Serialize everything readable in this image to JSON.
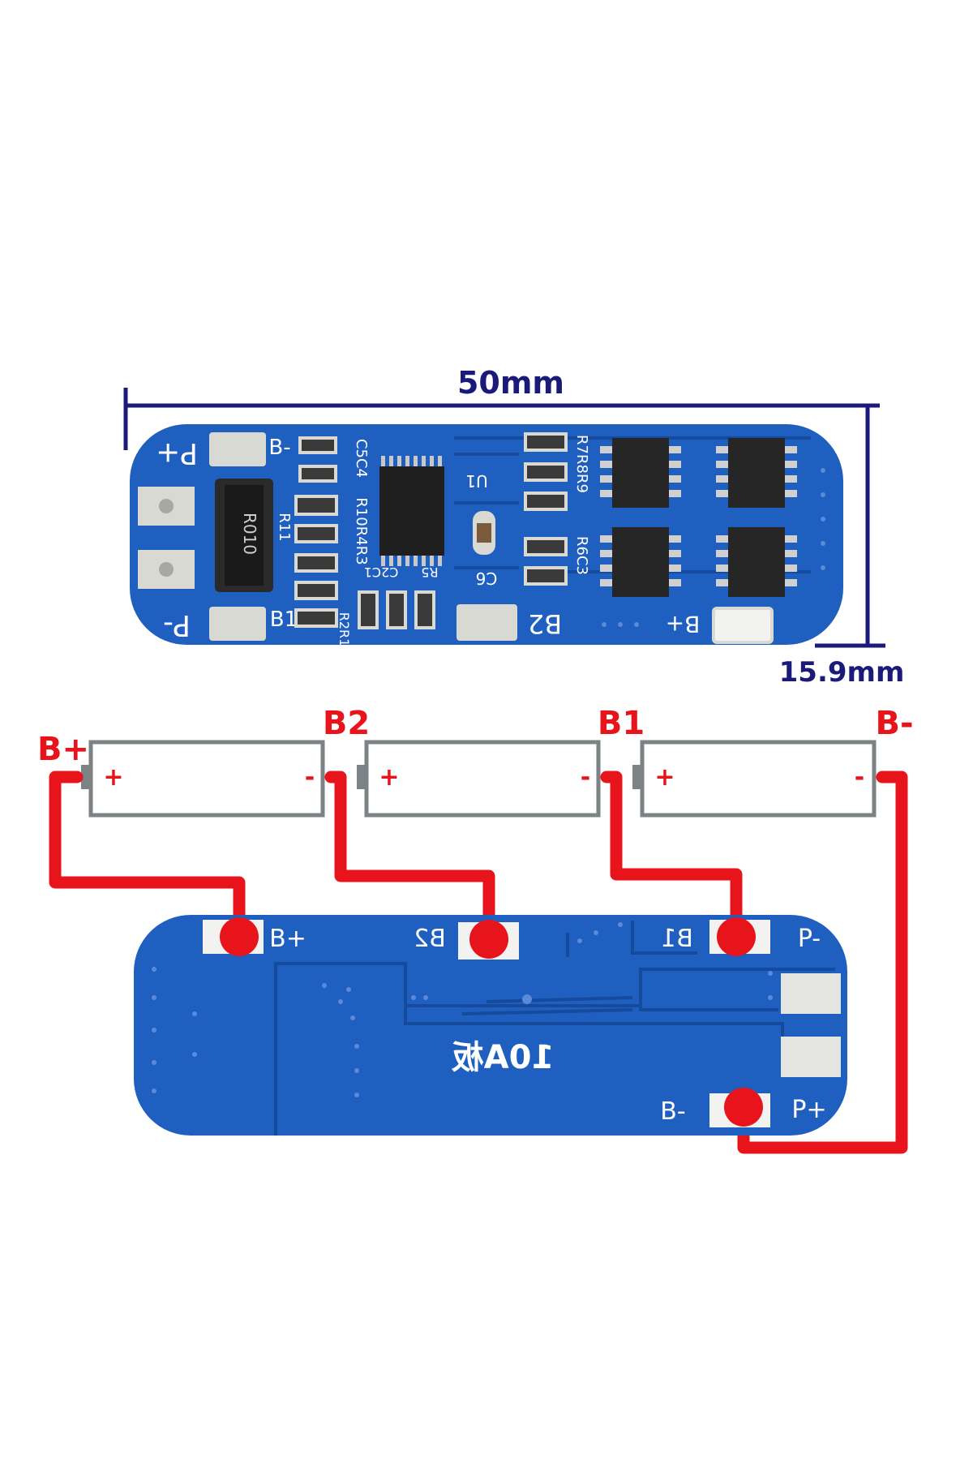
{
  "dimensions": {
    "width_label": "50mm",
    "height_label": "15.9mm",
    "color": "#1a1a7a"
  },
  "top_board": {
    "labels": {
      "p_plus": "P+",
      "p_minus": "P-",
      "b_minus": "B-",
      "b1": "B1",
      "b2": "B2",
      "b_plus": "B+",
      "resistor": "R010",
      "r11": "R11",
      "u1": "U1",
      "c6": "C6",
      "c5c4": "C5C4",
      "r10r4r3": "R10R4R3",
      "c2c1": "C2C1",
      "r2r1": "R2R1",
      "r5": "R5",
      "r7r8r9": "R7R8R9",
      "r6c3": "R6C3"
    }
  },
  "wiring": {
    "node_labels": {
      "b_plus": "B+",
      "b2": "B2",
      "b1": "B1",
      "b_minus": "B-"
    },
    "cell_plus": "+",
    "cell_minus": "-",
    "wire_color": "#e8141b"
  },
  "bottom_board": {
    "labels": {
      "b_plus": "B+",
      "b2": "B2",
      "b1": "B1",
      "p_minus": "P-",
      "b_minus": "B-",
      "p_plus": "P+",
      "rating": "10A板"
    }
  },
  "colors": {
    "pcb": "#1f5fc0",
    "pcb_dark": "#164a9c",
    "pad": "#d9d9d4",
    "cell_border": "#7d8284"
  }
}
